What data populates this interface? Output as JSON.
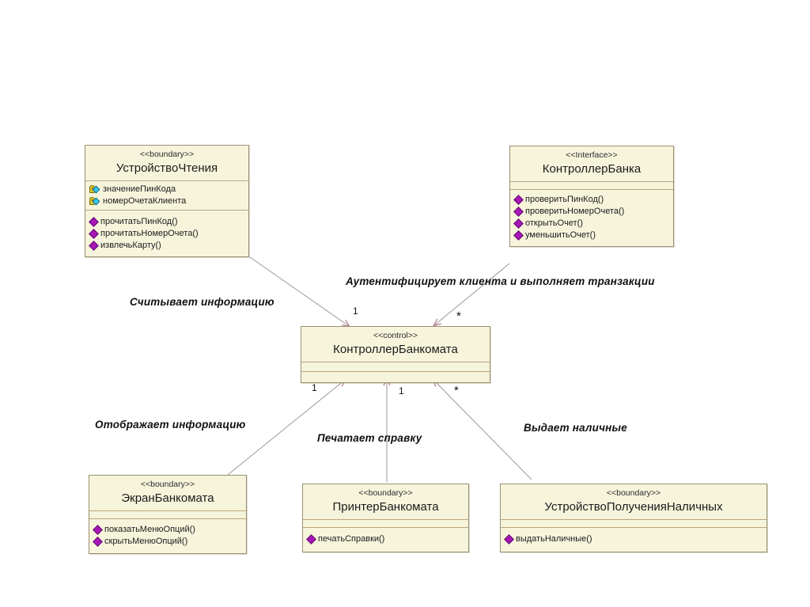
{
  "diagram": {
    "title": "UML Class Diagram - ATM",
    "background": "#ffffff",
    "class_fill": "#f7f4dc",
    "class_border": "#9a9070",
    "separator": "#b9a77c",
    "edge_color": "#9c8f8f",
    "arrow_color": "#b07b88",
    "attr_icon": "key-diamond-icon",
    "op_icon": "purple-diamond-icon"
  },
  "classes": [
    {
      "id": "reader",
      "stereotype": "<<boundary>>",
      "name": "УстройствоЧтения",
      "attributes": [
        "значениеПинКода",
        "номерОчетаКлиента"
      ],
      "operations": [
        "прочитатьПинКод()",
        "прочитатьНомерОчета()",
        "извлечьКарту()"
      ]
    },
    {
      "id": "bank-controller",
      "stereotype": "<<Interface>>",
      "name": "КонтроллерБанка",
      "attributes": [],
      "operations": [
        "проверитьПинКод()",
        "проверитьНомерОчета()",
        "открытьОчет()",
        "уменьшитьОчет()"
      ]
    },
    {
      "id": "atm-controller",
      "stereotype": "<<control>>",
      "name": "КонтроллерБанкомата",
      "attributes": [],
      "operations": []
    },
    {
      "id": "screen",
      "stereotype": "<<boundary>>",
      "name": "ЭкранБанкомата",
      "attributes": [],
      "operations": [
        "показатьМенюОпций()",
        "скрытьМенюОпций()"
      ]
    },
    {
      "id": "printer",
      "stereotype": "<<boundary>>",
      "name": "ПринтерБанкомата",
      "attributes": [],
      "operations": [
        "печатьСправки()"
      ]
    },
    {
      "id": "cash-dispenser",
      "stereotype": "<<boundary>>",
      "name": "УстройствоПолученияНаличных",
      "attributes": [],
      "operations": [
        "выдатьНаличные()"
      ]
    }
  ],
  "associations": [
    {
      "id": "reads-info",
      "label": "Считывает информацию",
      "from": "reader",
      "to": "atm-controller",
      "multiplicity": "1"
    },
    {
      "id": "authenticates",
      "label": "Аутентифицирует клиента и выполняет транзакции",
      "from": "bank-controller",
      "to": "atm-controller",
      "multiplicity": "*"
    },
    {
      "id": "displays-info",
      "label": "Отображает информацию",
      "from": "screen",
      "to": "atm-controller",
      "multiplicity": "1"
    },
    {
      "id": "prints-receipt",
      "label": "Печатает справку",
      "from": "printer",
      "to": "atm-controller",
      "multiplicity": "1"
    },
    {
      "id": "dispenses-cash",
      "label": "Выдает наличные",
      "from": "cash-dispenser",
      "to": "atm-controller",
      "multiplicity": "*"
    }
  ],
  "multiplicities": {
    "top_left": "1",
    "top_right": "*",
    "bottom_left": "1",
    "bottom_mid": "1",
    "bottom_right": "*"
  }
}
